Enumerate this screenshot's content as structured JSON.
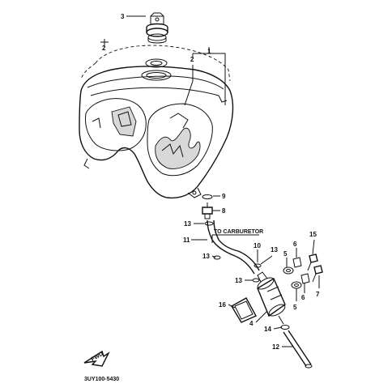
{
  "diagram_code": "3UY100-5430",
  "flow_label": "TO CARBURETOR",
  "fwd_label": "FWD",
  "callouts": [
    "1",
    "2",
    "3",
    "2",
    "9",
    "8",
    "13",
    "11",
    "10",
    "13",
    "13",
    "13",
    "5",
    "6",
    "15",
    "5",
    "6",
    "7",
    "4",
    "16",
    "14",
    "12"
  ]
}
